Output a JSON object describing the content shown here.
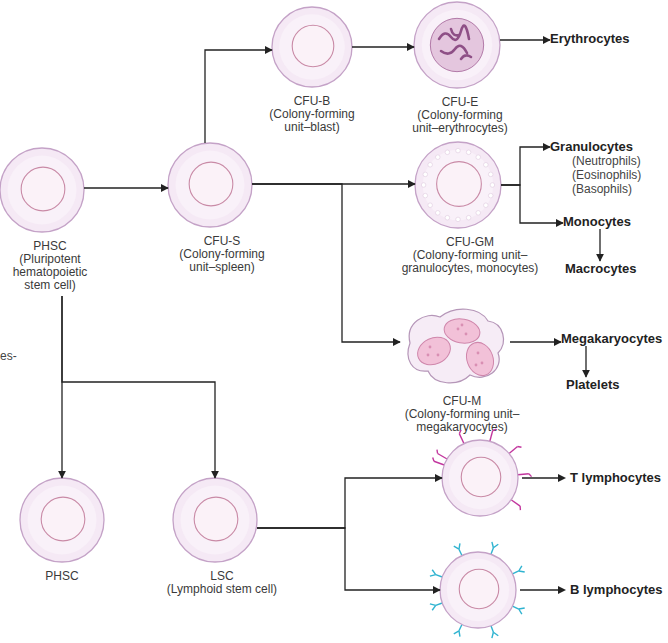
{
  "diagram": {
    "nodes": [
      {
        "text": [
          "PHSC",
          "(Pluripotent hematopoietic stem cell)"
        ]
      },
      {
        "text": [
          "CFU-S",
          "(Colony-forming unit–spleen)"
        ]
      },
      {
        "text": [
          "CFU-B",
          "(Colony-forming unit–blast)"
        ]
      },
      {
        "text": [
          "CFU-E",
          "(Colony-forming unit–erythrocytes)"
        ]
      },
      {
        "text": [
          "Erythrocytes"
        ]
      },
      {
        "text": [
          "CFU-GM",
          "(Colony-forming unit– granulocytes, monocytes)"
        ]
      },
      {
        "text": [
          "Granulocytes",
          "(Neutrophils)",
          "(Eosinophils)",
          "(Basophils)"
        ]
      },
      {
        "text": [
          "Monocytes"
        ]
      },
      {
        "text": [
          "Macrocytes"
        ]
      },
      {
        "text": [
          "CFU-M",
          "(Colony-forming unit– megakaryocytes)"
        ]
      },
      {
        "text": [
          "Megakaryocytes"
        ]
      },
      {
        "text": [
          "Platelets"
        ]
      },
      {
        "text": [
          "PHSC"
        ]
      },
      {
        "text": [
          "LSC",
          "(Lymphoid stem cell)"
        ]
      },
      {
        "text": [
          "T lymphocytes"
        ]
      },
      {
        "text": [
          "B lymphocytes"
        ]
      }
    ],
    "edges": [
      {
        "from": 0,
        "to": 1,
        "arrow": "to"
      },
      {
        "from": 1,
        "to": 2,
        "arrow": "to"
      },
      {
        "from": 2,
        "to": 3,
        "arrow": "to"
      },
      {
        "from": 3,
        "to": 4,
        "arrow": "to"
      },
      {
        "from": 1,
        "to": 5,
        "arrow": "to"
      },
      {
        "from": 5,
        "to": 6,
        "arrow": "to"
      },
      {
        "from": 5,
        "to": 7,
        "arrow": "to"
      },
      {
        "from": 7,
        "to": 8,
        "arrow": "to"
      },
      {
        "from": 1,
        "to": 9,
        "arrow": "to"
      },
      {
        "from": 9,
        "to": 10,
        "arrow": "to"
      },
      {
        "from": 10,
        "to": 11,
        "arrow": "to"
      },
      {
        "from": 0,
        "to": 12,
        "arrow": "to"
      },
      {
        "from": 0,
        "to": 13,
        "arrow": "to"
      },
      {
        "from": 13,
        "to": 14,
        "arrow": "to"
      },
      {
        "from": 13,
        "to": 15,
        "arrow": "to"
      }
    ],
    "labels": [
      "es-"
    ]
  }
}
